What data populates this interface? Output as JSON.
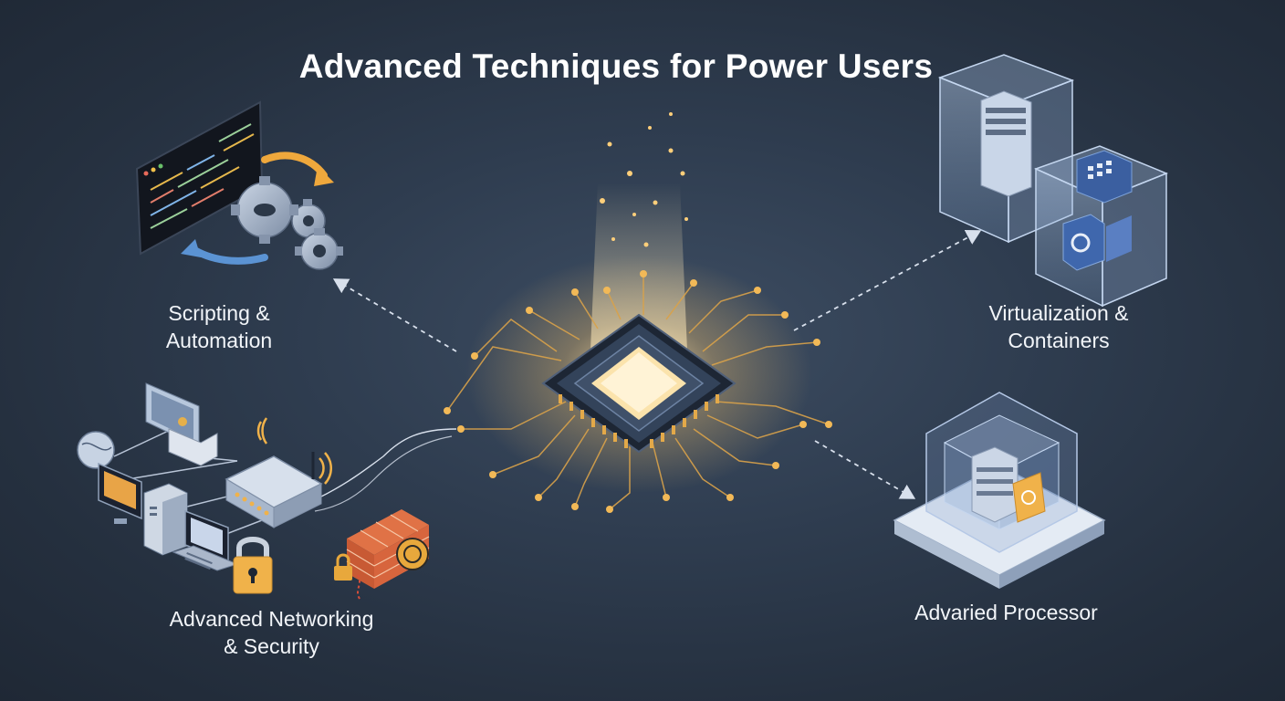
{
  "title": "Advanced Techniques for Power Users",
  "nodes": {
    "scripting": "Scripting &\nAutomation",
    "virtualization": "Virtualization &\nContainers",
    "networking": "Advanced Networking\n& Security",
    "processor": "Advaried Processor"
  },
  "colors": {
    "background": "#2f3d50",
    "accent_gold": "#f0b24a",
    "accent_blue": "#5a8fd0",
    "text": "#ffffff"
  },
  "icons": {
    "center": "cpu-chip-icon",
    "scripting": "code-terminal-with-gears-icon",
    "virtualization": "container-cubes-icon",
    "networking": "network-router-firewall-icon",
    "processor": "server-platform-icon"
  }
}
